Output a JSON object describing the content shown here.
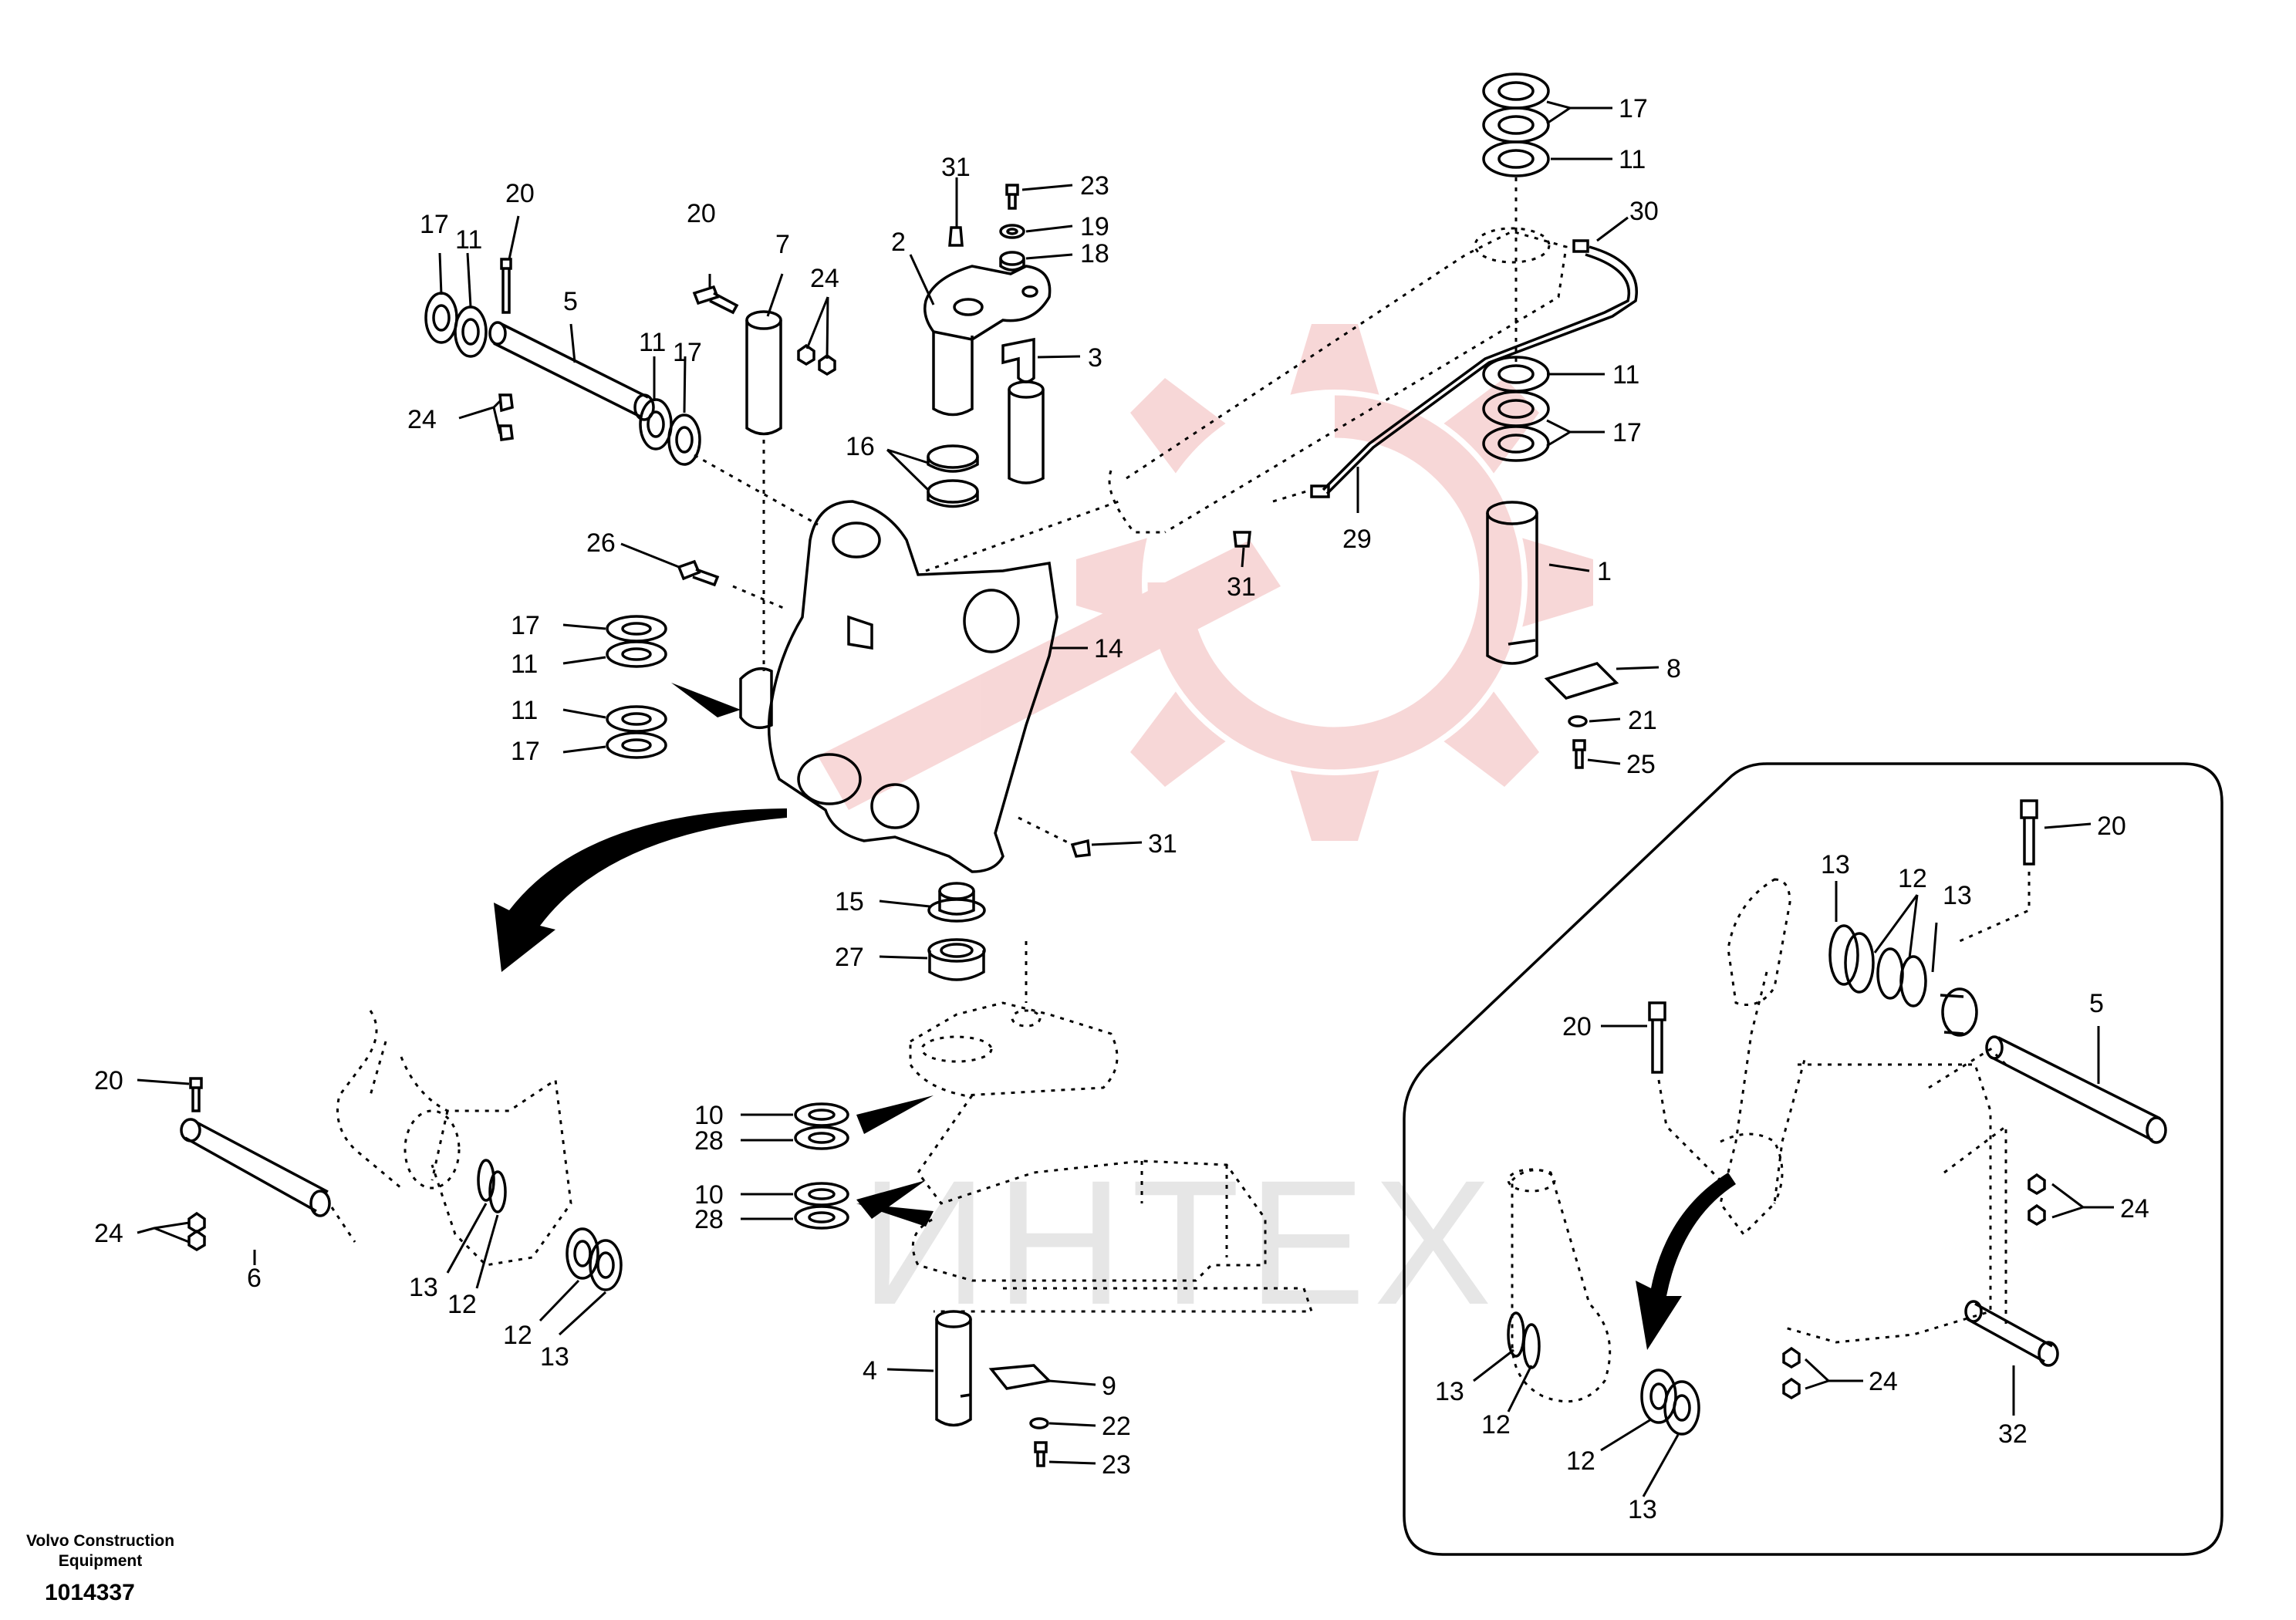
{
  "watermark": {
    "text": "ИНТЕХ",
    "color": "#f2b8b8"
  },
  "credit": {
    "line1": "Volvo Construction",
    "line2": "Equipment"
  },
  "document_number": "1014337",
  "callouts": [
    {
      "id": "c17a",
      "label": "17"
    },
    {
      "id": "c11a",
      "label": "11"
    },
    {
      "id": "c30",
      "label": "30"
    },
    {
      "id": "c31a",
      "label": "31"
    },
    {
      "id": "c23a",
      "label": "23"
    },
    {
      "id": "c19",
      "label": "19"
    },
    {
      "id": "c18",
      "label": "18"
    },
    {
      "id": "c2",
      "label": "2"
    },
    {
      "id": "c3",
      "label": "3"
    },
    {
      "id": "c20a",
      "label": "20"
    },
    {
      "id": "c17b",
      "label": "17"
    },
    {
      "id": "c11b",
      "label": "11"
    },
    {
      "id": "c5a",
      "label": "5"
    },
    {
      "id": "c20b",
      "label": "20"
    },
    {
      "id": "c7",
      "label": "7"
    },
    {
      "id": "c24a",
      "label": "24"
    },
    {
      "id": "c11c",
      "label": "11"
    },
    {
      "id": "c17c",
      "label": "17"
    },
    {
      "id": "c24b",
      "label": "24"
    },
    {
      "id": "c16",
      "label": "16"
    },
    {
      "id": "c11d",
      "label": "11"
    },
    {
      "id": "c17d",
      "label": "17"
    },
    {
      "id": "c29",
      "label": "29"
    },
    {
      "id": "c1",
      "label": "1"
    },
    {
      "id": "c26",
      "label": "26"
    },
    {
      "id": "c31b",
      "label": "31"
    },
    {
      "id": "c17e",
      "label": "17"
    },
    {
      "id": "c11e",
      "label": "11"
    },
    {
      "id": "c14",
      "label": "14"
    },
    {
      "id": "c8",
      "label": "8"
    },
    {
      "id": "c11f",
      "label": "11"
    },
    {
      "id": "c21",
      "label": "21"
    },
    {
      "id": "c17f",
      "label": "17"
    },
    {
      "id": "c25",
      "label": "25"
    },
    {
      "id": "c31c",
      "label": "31"
    },
    {
      "id": "c15",
      "label": "15"
    },
    {
      "id": "c27",
      "label": "27"
    },
    {
      "id": "c20c",
      "label": "20"
    },
    {
      "id": "c24c",
      "label": "24"
    },
    {
      "id": "c6",
      "label": "6"
    },
    {
      "id": "c13a",
      "label": "13"
    },
    {
      "id": "c12a",
      "label": "12"
    },
    {
      "id": "c12b",
      "label": "12"
    },
    {
      "id": "c13b",
      "label": "13"
    },
    {
      "id": "c10a",
      "label": "10"
    },
    {
      "id": "c28a",
      "label": "28"
    },
    {
      "id": "c10b",
      "label": "10"
    },
    {
      "id": "c28b",
      "label": "28"
    },
    {
      "id": "c4",
      "label": "4"
    },
    {
      "id": "c9",
      "label": "9"
    },
    {
      "id": "c22",
      "label": "22"
    },
    {
      "id": "c23b",
      "label": "23"
    },
    {
      "id": "c13c",
      "label": "13"
    },
    {
      "id": "c12c",
      "label": "12"
    },
    {
      "id": "c13d",
      "label": "13"
    },
    {
      "id": "c20d",
      "label": "20"
    },
    {
      "id": "c20e",
      "label": "20"
    },
    {
      "id": "c5b",
      "label": "5"
    },
    {
      "id": "c24d",
      "label": "24"
    },
    {
      "id": "c24e",
      "label": "24"
    },
    {
      "id": "c32",
      "label": "32"
    },
    {
      "id": "c13e",
      "label": "13"
    },
    {
      "id": "c12d",
      "label": "12"
    },
    {
      "id": "c12e",
      "label": "12"
    },
    {
      "id": "c13f",
      "label": "13"
    }
  ]
}
